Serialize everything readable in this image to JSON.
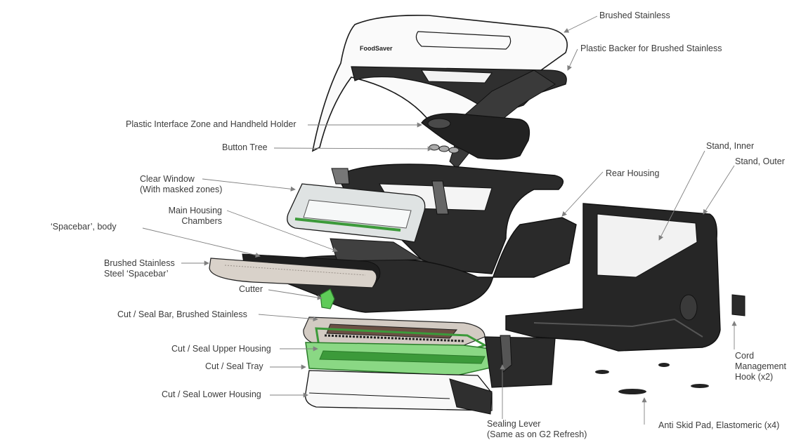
{
  "diagram": {
    "colors": {
      "line": "#1a1a1a",
      "dark": "#2a2a2a",
      "mid": "#4a4a4a",
      "stainless": "#c8c2bb",
      "green": "#7fd07a",
      "green_dark": "#3c9a3a",
      "leader": "#808080"
    },
    "labels": {
      "brushed_stainless": "Brushed Stainless",
      "plastic_backer": "Plastic Backer for Brushed Stainless",
      "plastic_interface": "Plastic Interface Zone and Handheld Holder",
      "button_tree": "Button Tree",
      "stand_inner": "Stand, Inner",
      "stand_outer": "Stand, Outer",
      "rear_housing": "Rear Housing",
      "clear_window_1": "Clear Window",
      "clear_window_2": "(With masked zones)",
      "main_housing_1": "Main Housing",
      "main_housing_2": "Chambers",
      "spacebar_body": "‘Spacebar’, body",
      "brushed_spacebar_1": "Brushed Stainless",
      "brushed_spacebar_2": "Steel ‘Spacebar’",
      "cutter": "Cutter",
      "cut_seal_bar": "Cut / Seal Bar, Brushed Stainless",
      "cut_seal_upper": "Cut / Seal Upper Housing",
      "cut_seal_tray": "Cut / Seal Tray",
      "cut_seal_lower": "Cut / Seal Lower Housing",
      "sealing_lever_1": "Sealing  Lever",
      "sealing_lever_2": "(Same as on G2 Refresh)",
      "cord_1": "Cord",
      "cord_2": "Management",
      "cord_3": "Hook (x2)",
      "anti_skid": "Anti Skid Pad, Elastomeric (x4)"
    }
  }
}
